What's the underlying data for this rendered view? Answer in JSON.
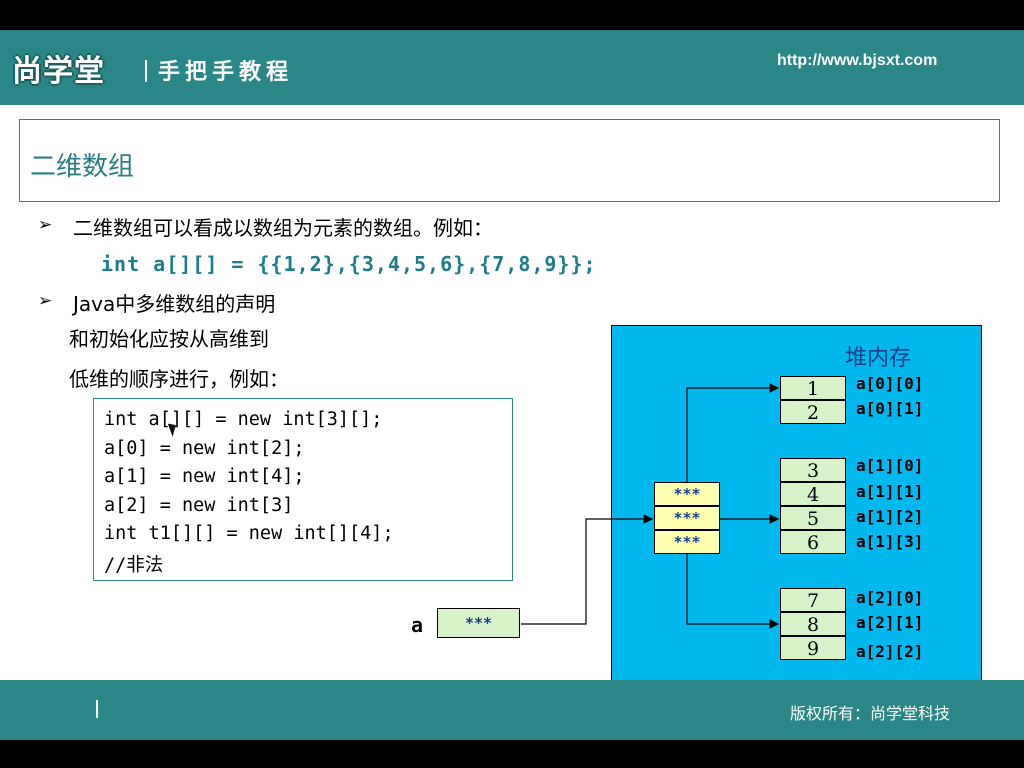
{
  "header": {
    "logo": "尚学堂",
    "tagline": "手把手教程",
    "url": "http://www.bjsxt.com"
  },
  "slide": {
    "title": "二维数组",
    "bullet_arrow": "➢",
    "bullet1": "二维数组可以看成以数组为元素的数组。例如：",
    "code_example": "int a[][] = {{1,2},{3,4,5,6},{7,8,9}};",
    "bullet2_line1": "Java中多维数组的声明",
    "bullet2_line2": "和初始化应按从高维到",
    "bullet2_line3": "低维的顺序进行，例如："
  },
  "codebox": {
    "lines": [
      "int a[][] = new int[3][];",
      "a[0] = new int[2];",
      "a[1] = new int[4];",
      "a[2] = new int[3]",
      "int t1[][] = new int[][4];",
      "//非法"
    ]
  },
  "diagram": {
    "heap_title": "堆内存",
    "var_name": "a",
    "var_value": "***",
    "pointers": [
      "***",
      "***",
      "***"
    ],
    "group0": {
      "cells": [
        "1",
        "2"
      ],
      "labels": [
        "a[0][0]",
        "a[0][1]"
      ]
    },
    "group1": {
      "cells": [
        "3",
        "4",
        "5",
        "6"
      ],
      "labels": [
        "a[1][0]",
        "a[1][1]",
        "a[1][2]",
        "a[1][3]"
      ]
    },
    "group2": {
      "cells": [
        "7",
        "8",
        "9"
      ],
      "labels": [
        "a[2][0]",
        "a[2][1]",
        "a[2][2]"
      ]
    }
  },
  "footer": {
    "copyright": "版权所有：尚学堂科技"
  },
  "colors": {
    "teal": "#2a8687",
    "heap_blue": "#00b8ee",
    "cell_green": "#d7f2c8",
    "pointer_yellow": "#ffffb0",
    "code_teal": "#1b7d8a"
  }
}
